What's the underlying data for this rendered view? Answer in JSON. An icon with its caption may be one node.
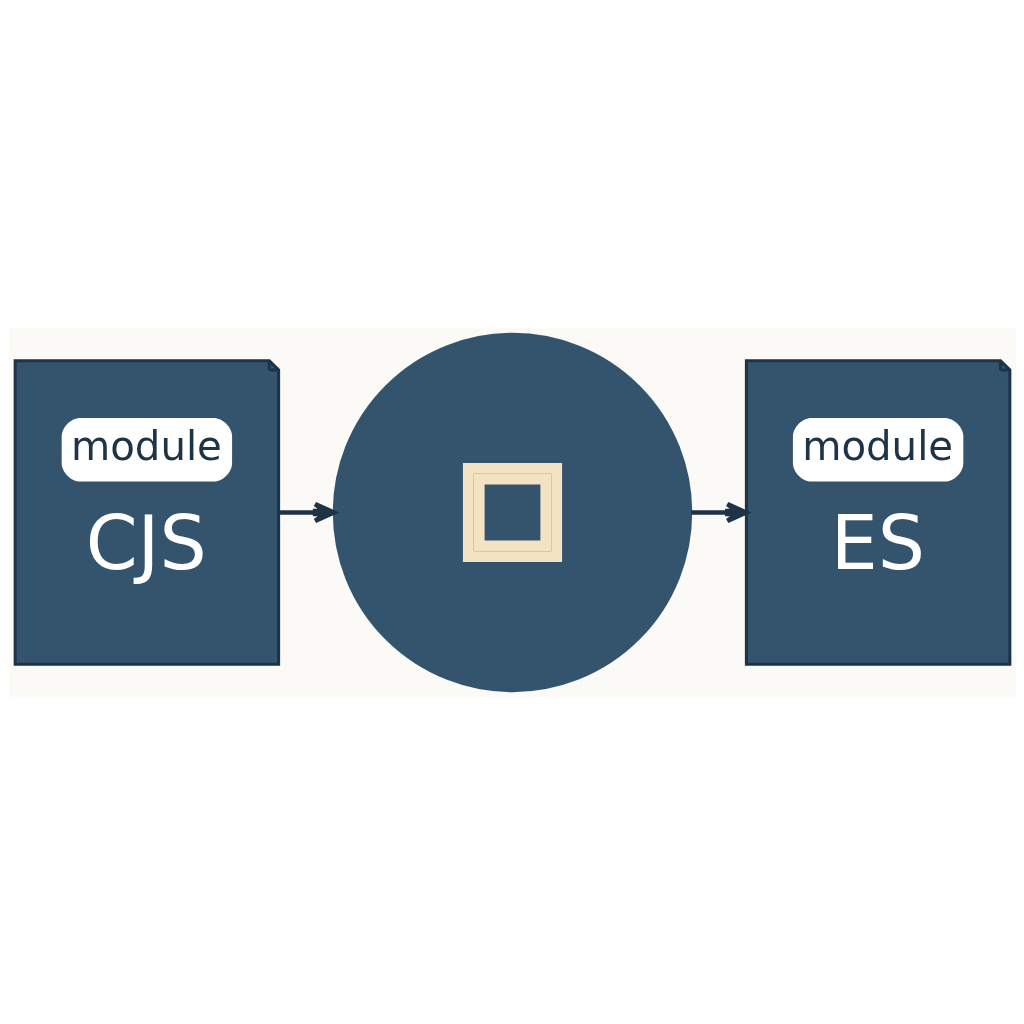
{
  "diagram": {
    "nodes": [
      {
        "text": [
          "module",
          "CJS"
        ]
      },
      {
        "text": [],
        "shape": "circle"
      },
      {
        "text": [
          "module",
          "ES"
        ]
      }
    ],
    "edges": [
      {
        "from": 0,
        "to": 1,
        "arrow": "to"
      },
      {
        "from": 1,
        "to": 2,
        "arrow": "to"
      }
    ]
  }
}
